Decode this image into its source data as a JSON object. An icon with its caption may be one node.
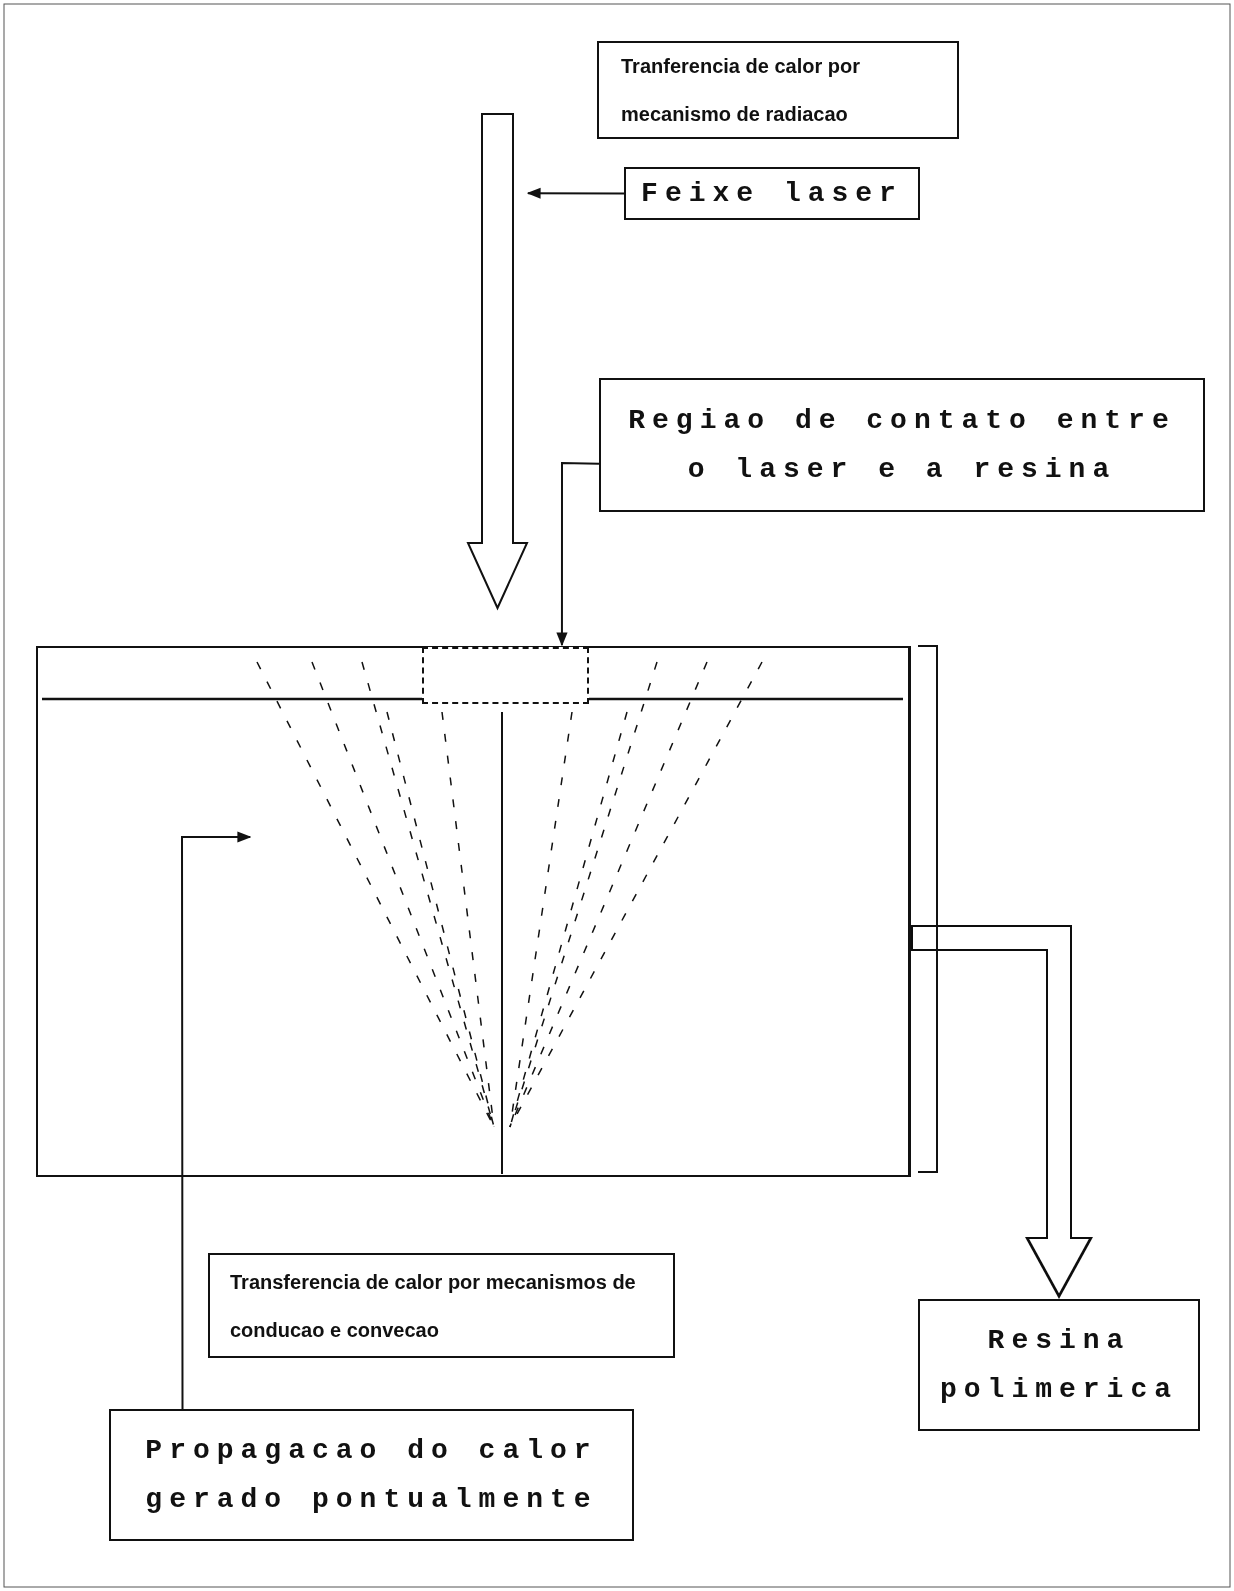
{
  "diagram": {
    "nodes": [
      {
        "text": [
          "Tranferencia de calor por mecanismo de radiacao"
        ]
      },
      {
        "text": [],
        "shape": "arrow"
      },
      {
        "text": [
          "Feixe laser"
        ]
      },
      {
        "text": [
          "Regiao de contato entre o laser e a resina"
        ]
      },
      {
        "text": [],
        "shape": "box"
      },
      {
        "text": [],
        "shape": "box",
        "in": 4
      },
      {
        "text": [],
        "shape": "picture",
        "in": 4
      },
      {
        "text": [
          "Transferencia de calor por mecanismos de conducao e convecao"
        ]
      },
      {
        "text": [
          "Resina polimerica"
        ]
      },
      {
        "text": [
          "Propagacao do calor gerado pontualmente"
        ]
      }
    ],
    "edges": [
      {
        "from": 2,
        "to": 1,
        "arrow": "to"
      },
      {
        "from": 3,
        "to": 5,
        "arrow": "to"
      },
      {
        "from": 4,
        "to": 8,
        "arrow": "to",
        "style": "thick"
      },
      {
        "from": 9,
        "to": 6,
        "arrow": "to"
      }
    ]
  }
}
